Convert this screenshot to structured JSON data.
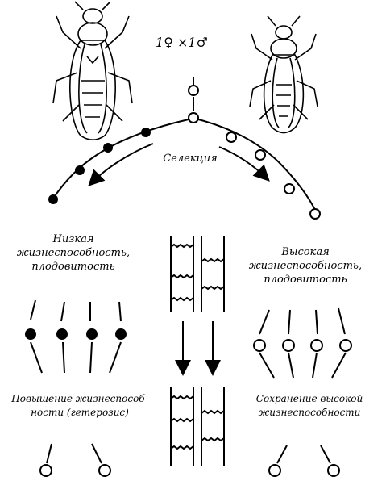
{
  "cross": {
    "female_count": "1",
    "times": "×",
    "male_count": "1",
    "female_symbol": "♀",
    "male_symbol": "♂"
  },
  "selection_label": "Селекция",
  "left_branch": {
    "line1": "Низкая",
    "line2": "жизнеспособность,",
    "line3": "плодовитость"
  },
  "right_branch": {
    "line1": "Высокая",
    "line2": "жизнеспособность,",
    "line3": "плодовитость"
  },
  "left_result": {
    "line1": "Повышение жизнеспособ-",
    "line2": "ности (гетерозис)"
  },
  "right_result": {
    "line1": "Сохранение высокой",
    "line2": "жизнеспособности"
  },
  "icons": [
    "female-fly-icon",
    "male-fly-icon",
    "arrow-down-icon",
    "chromosome-pair-icon"
  ]
}
